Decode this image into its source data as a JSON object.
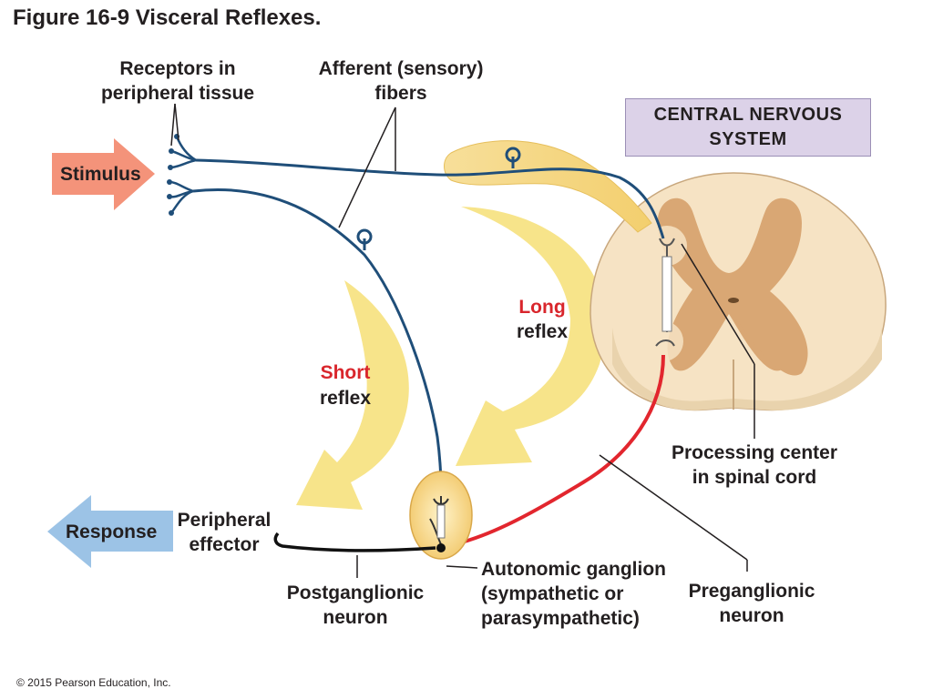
{
  "title": "Figure 16-9 Visceral Reflexes.",
  "copyright": "© 2015 Pearson Education, Inc.",
  "labels": {
    "receptors": "Receptors in\nperipheral tissue",
    "afferent": "Afferent (sensory)\nfibers",
    "cns": "CENTRAL NERVOUS\nSYSTEM",
    "stimulus": "Stimulus",
    "response": "Response",
    "long_reflex_1": "Long",
    "long_reflex_2": "reflex",
    "short_reflex_1": "Short",
    "short_reflex_2": "reflex",
    "processing_center": "Processing center\nin spinal cord",
    "peripheral_effector": "Peripheral\neffector",
    "postganglionic": "Postganglionic\nneuron",
    "autonomic_ganglion": "Autonomic ganglion\n(sympathetic or\nparasympathetic)",
    "preganglionic": "Preganglionic\nneuron"
  },
  "colors": {
    "afferent_fiber": "#1f4e79",
    "preganglionic_fiber": "#e2262e",
    "postganglionic_fiber": "#111111",
    "reflex_arrow": "#f7e48a",
    "stimulus_arrow": "#f4937a",
    "response_arrow": "#9cc3e6",
    "cns_box": "#dcd2e8",
    "spinal_cord_white": "#f6e3c4",
    "spinal_cord_gray": "#d9a774",
    "label_red": "#d9262c"
  }
}
